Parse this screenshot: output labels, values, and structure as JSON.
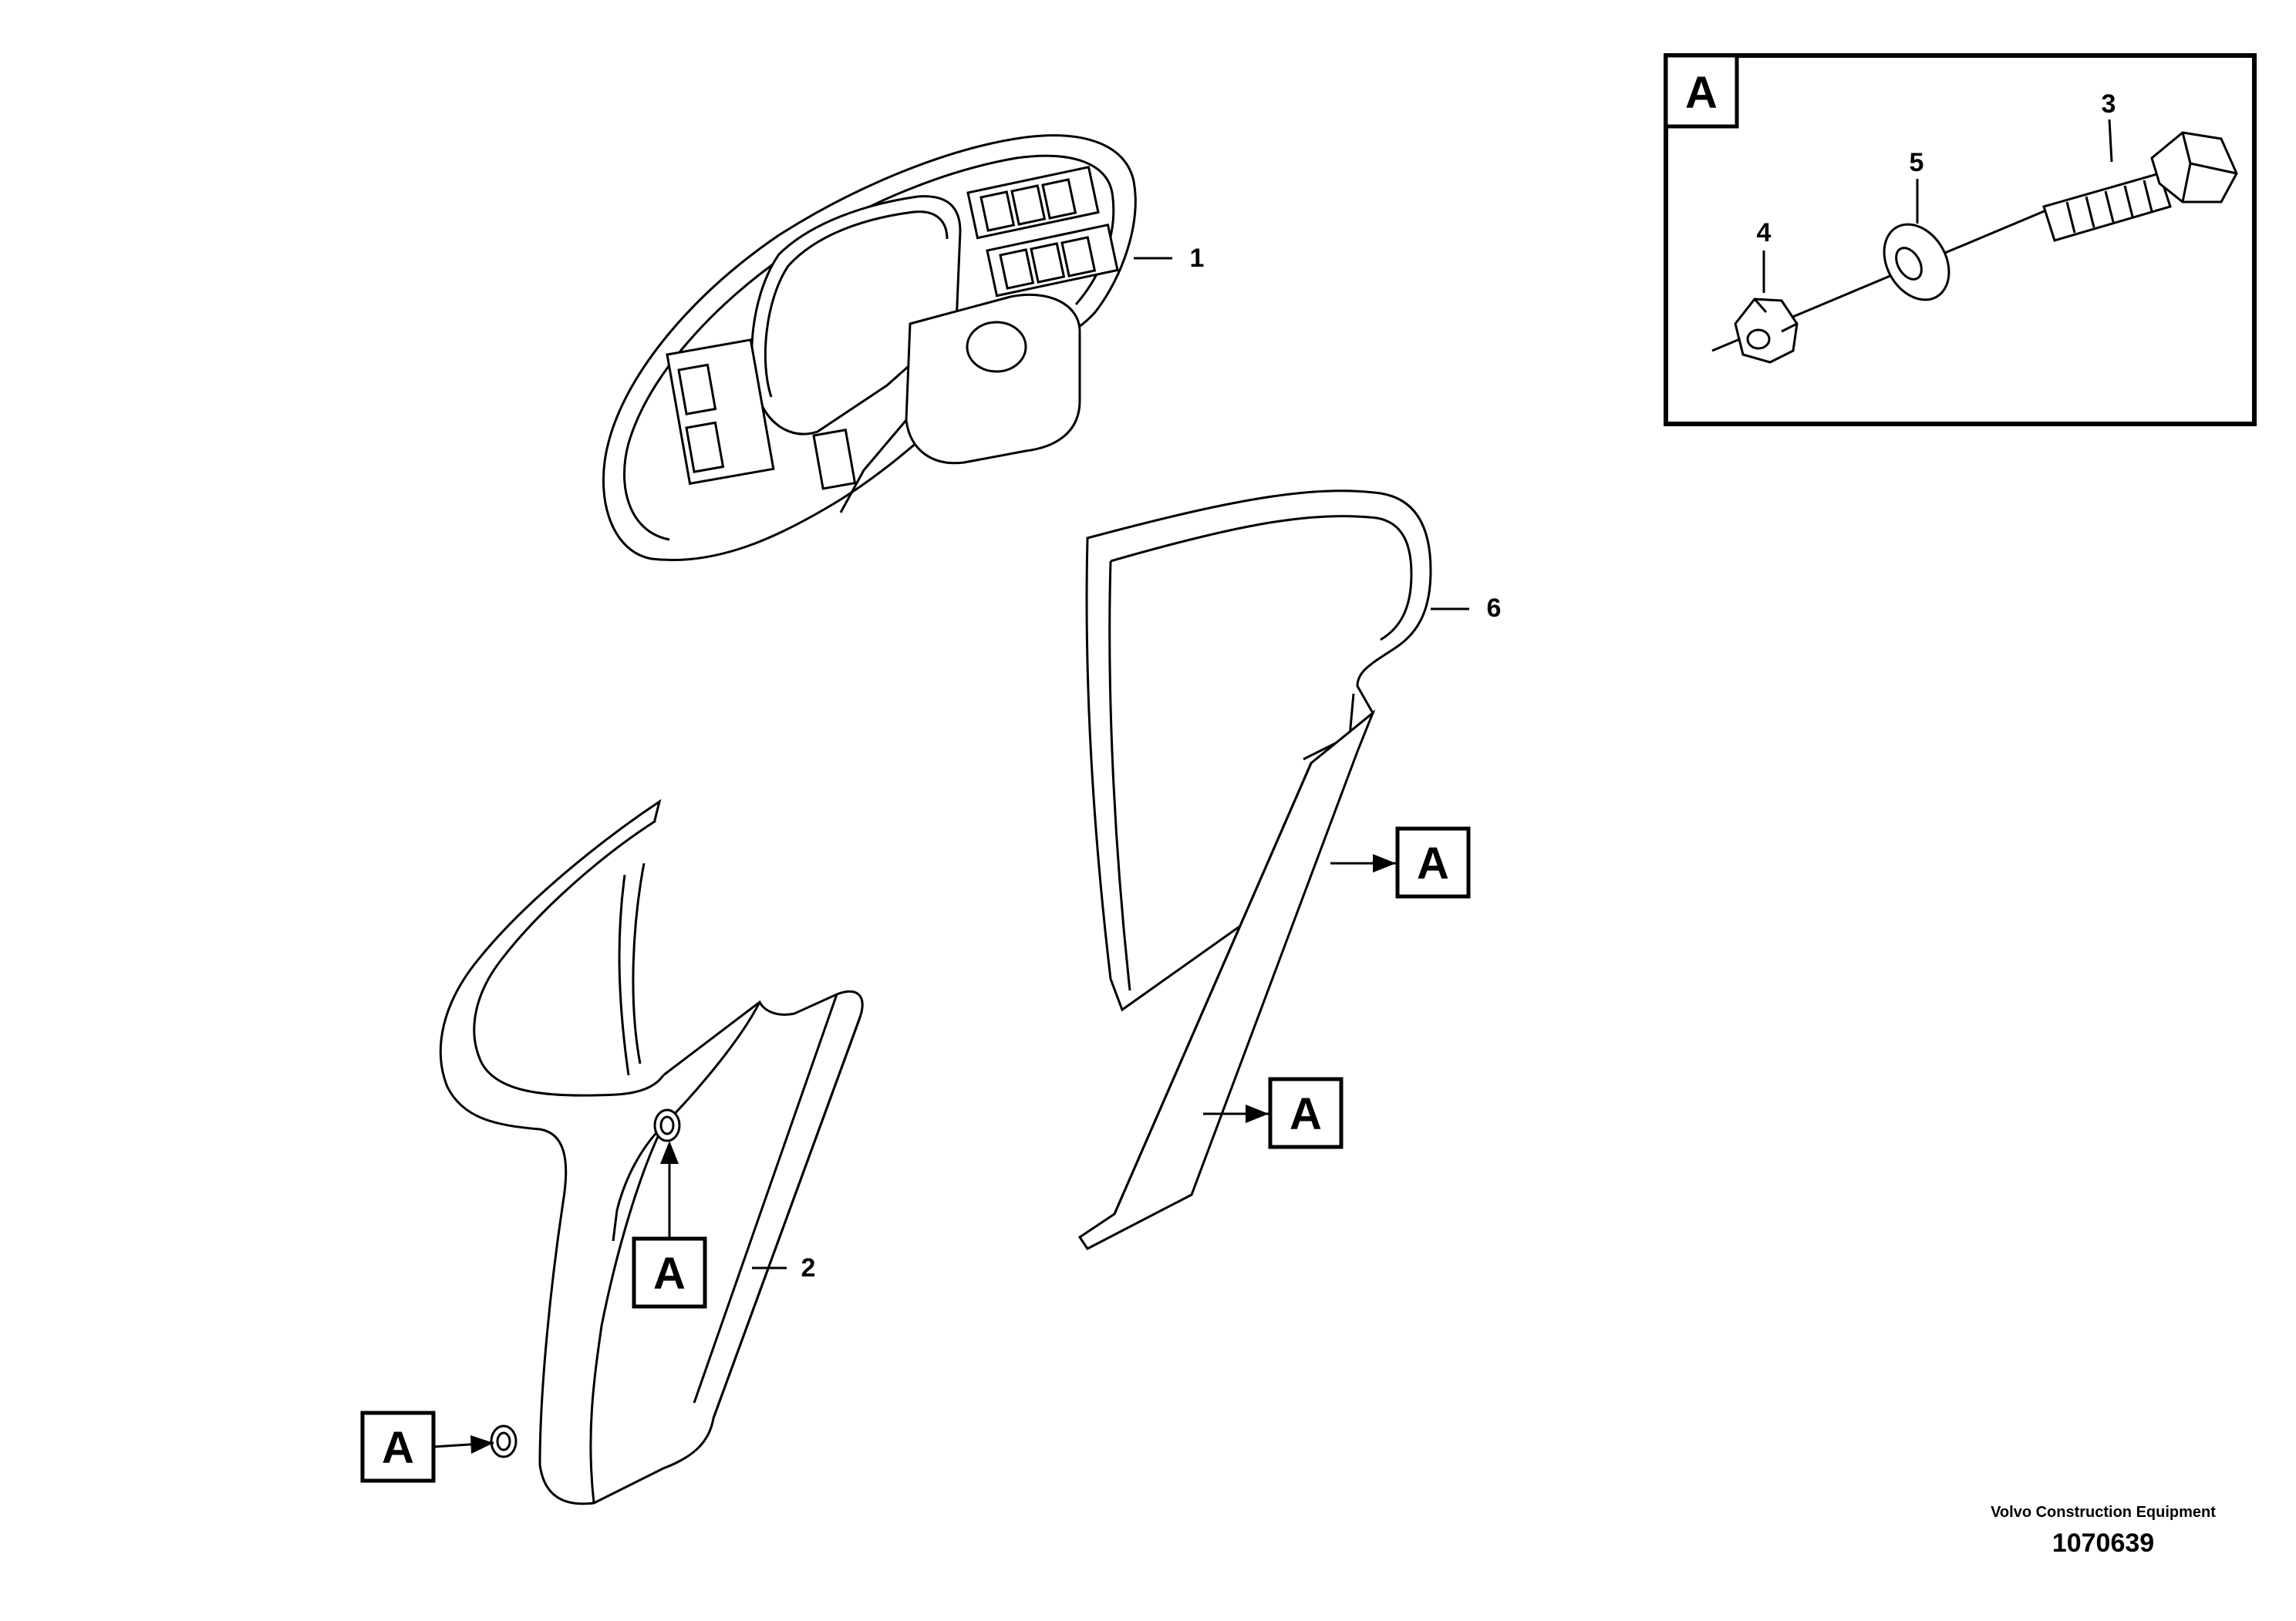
{
  "callouts": {
    "p1": "1",
    "p2": "2",
    "p3": "3",
    "p4": "4",
    "p5": "5",
    "p6": "6"
  },
  "detail_marker": "A",
  "credit": {
    "company": "Volvo Construction Equipment",
    "drawing_number": "1070639"
  },
  "colors": {
    "line": "#000000",
    "background": "#ffffff"
  }
}
